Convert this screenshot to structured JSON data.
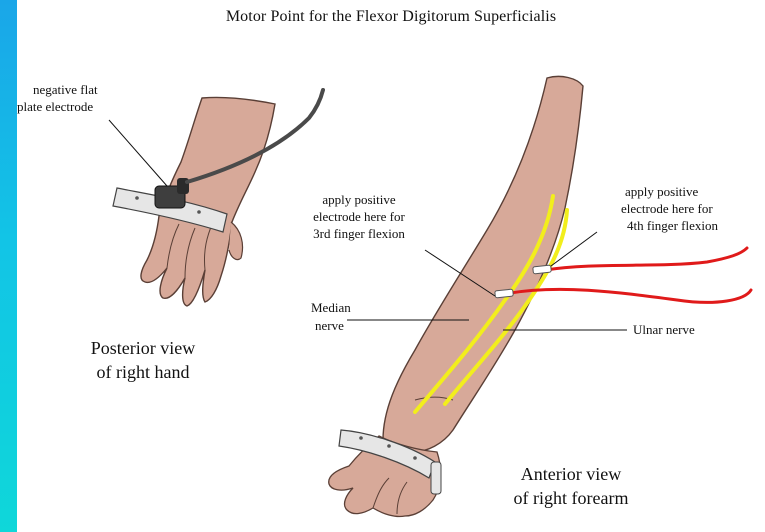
{
  "diagram": {
    "title": "Motor Point for the Flexor Digitorum Superficialis",
    "labels": {
      "negative_electrode_line1": "negative flat",
      "negative_electrode_line2": "plate electrode",
      "posterior_view_line1": "Posterior view",
      "posterior_view_line2": "of right hand",
      "positive_3rd_line1": "apply positive",
      "positive_3rd_line2": "electrode here for",
      "positive_3rd_line3": "3rd finger flexion",
      "positive_4th_line1": "apply positive",
      "positive_4th_line2": "electrode here for",
      "positive_4th_line3": "4th finger flexion",
      "median_nerve_line1": "Median",
      "median_nerve_line2": "nerve",
      "ulnar_nerve": "Ulnar nerve",
      "anterior_view_line1": "Anterior view",
      "anterior_view_line2": "of right forearm"
    },
    "colors": {
      "page_background": "#1aa6e8",
      "skin": "#d7a999",
      "nerve": "#f2ee1c",
      "wire": "#e01a1a",
      "cable": "#4a4a4a"
    }
  }
}
